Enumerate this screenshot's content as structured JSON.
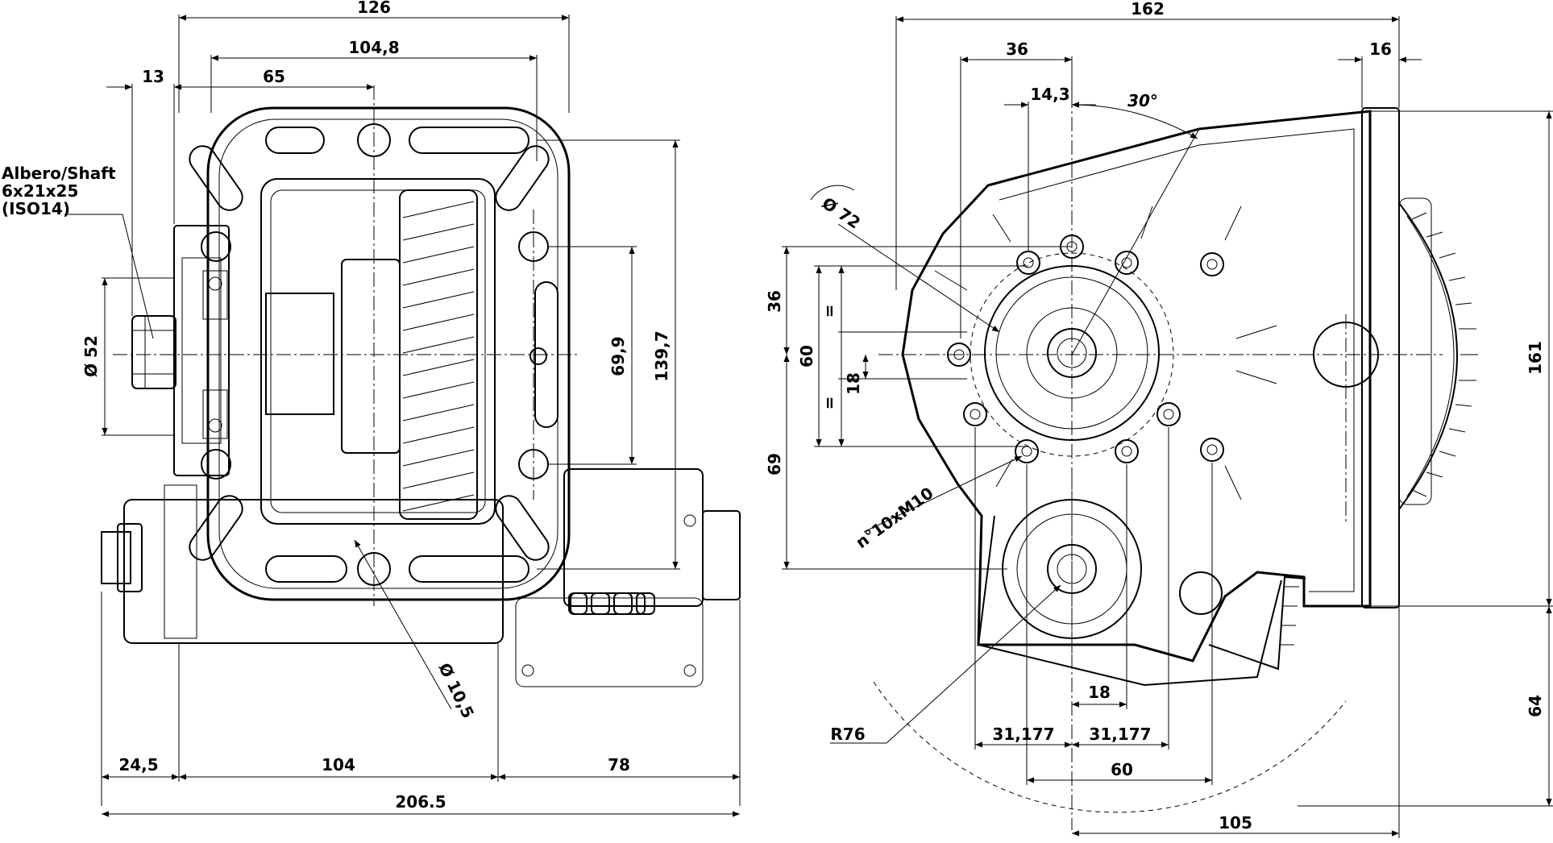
{
  "front_view": {
    "shaft_note": [
      "Albero/Shaft",
      "6x21x25",
      "(ISO14)"
    ],
    "dims": {
      "total_width_top": "126",
      "flange_width": "104,8",
      "offset_65": "65",
      "offset_13": "13",
      "shaft_diameter": "Ø 52",
      "bolt_spacing": "69,9",
      "flange_height": "139,7",
      "hole_diameter": "Ø 10,5",
      "left_overhang": "24,5",
      "body_length": "104",
      "motor_length": "78",
      "total_length": "206.5"
    }
  },
  "side_view": {
    "dims": {
      "total_width": "162",
      "center_offset_36": "36",
      "offset_14_3": "14,3",
      "angle_30": "30°",
      "pitch_diameter_72": "Ø 72",
      "flange_thickness_16": "16",
      "vertical_36": "36",
      "vertical_60": "60",
      "equal_mark_top": "=",
      "equal_mark_bottom": "=",
      "vertical_18": "18",
      "vertical_69": "69",
      "threaded_holes": "n°10xM10",
      "height_161": "161",
      "height_64": "64",
      "radius_76": "R76",
      "width_18": "18",
      "hole_spacing_left": "31,177",
      "hole_spacing_right": "31,177",
      "width_60": "60",
      "width_105": "105"
    }
  }
}
